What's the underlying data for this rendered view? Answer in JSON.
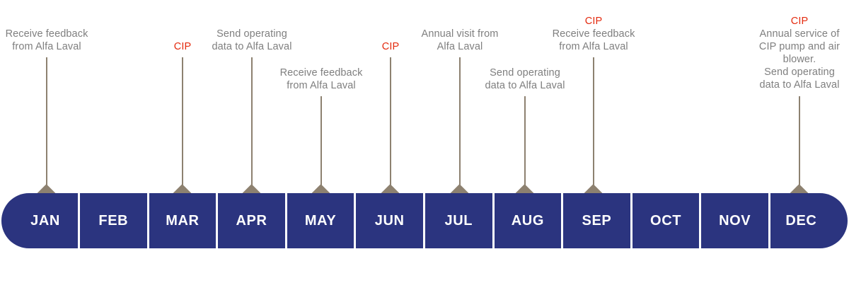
{
  "colors": {
    "bar-color": "#2b347f",
    "divider-color": "#ffffff",
    "marker-color": "#8d8170",
    "text-gray": "#7f7f7f",
    "cip-red": "#e42b0f",
    "month-text": "#ffffff"
  },
  "months": [
    "JAN",
    "FEB",
    "MAR",
    "APR",
    "MAY",
    "JUN",
    "JUL",
    "AUG",
    "SEP",
    "OCT",
    "NOV",
    "DEC"
  ],
  "events": [
    {
      "month": "JAN",
      "cip_label": "",
      "lines": [
        "Receive feedback",
        "from Alfa Laval"
      ]
    },
    {
      "month": "MAR",
      "cip_label": "CIP",
      "lines": []
    },
    {
      "month": "APR",
      "cip_label": "",
      "lines": [
        "Send operating",
        "data to Alfa Laval"
      ]
    },
    {
      "month": "MAY",
      "cip_label": "",
      "lines": [
        "Receive feedback",
        "from Alfa Laval"
      ]
    },
    {
      "month": "JUN",
      "cip_label": "CIP",
      "lines": []
    },
    {
      "month": "JUL",
      "cip_label": "",
      "lines": [
        "Annual visit from",
        "Alfa Laval"
      ]
    },
    {
      "month": "AUG",
      "cip_label": "",
      "lines": [
        "Send operating",
        "data to Alfa Laval"
      ]
    },
    {
      "month": "SEP",
      "cip_label": "CIP",
      "lines": [
        "Receive feedback",
        "from Alfa Laval"
      ]
    },
    {
      "month": "DEC",
      "cip_label": "CIP",
      "lines": [
        "Annual service of",
        "CIP pump and air",
        "blower.",
        "Send operating",
        "data to Alfa Laval"
      ]
    }
  ]
}
